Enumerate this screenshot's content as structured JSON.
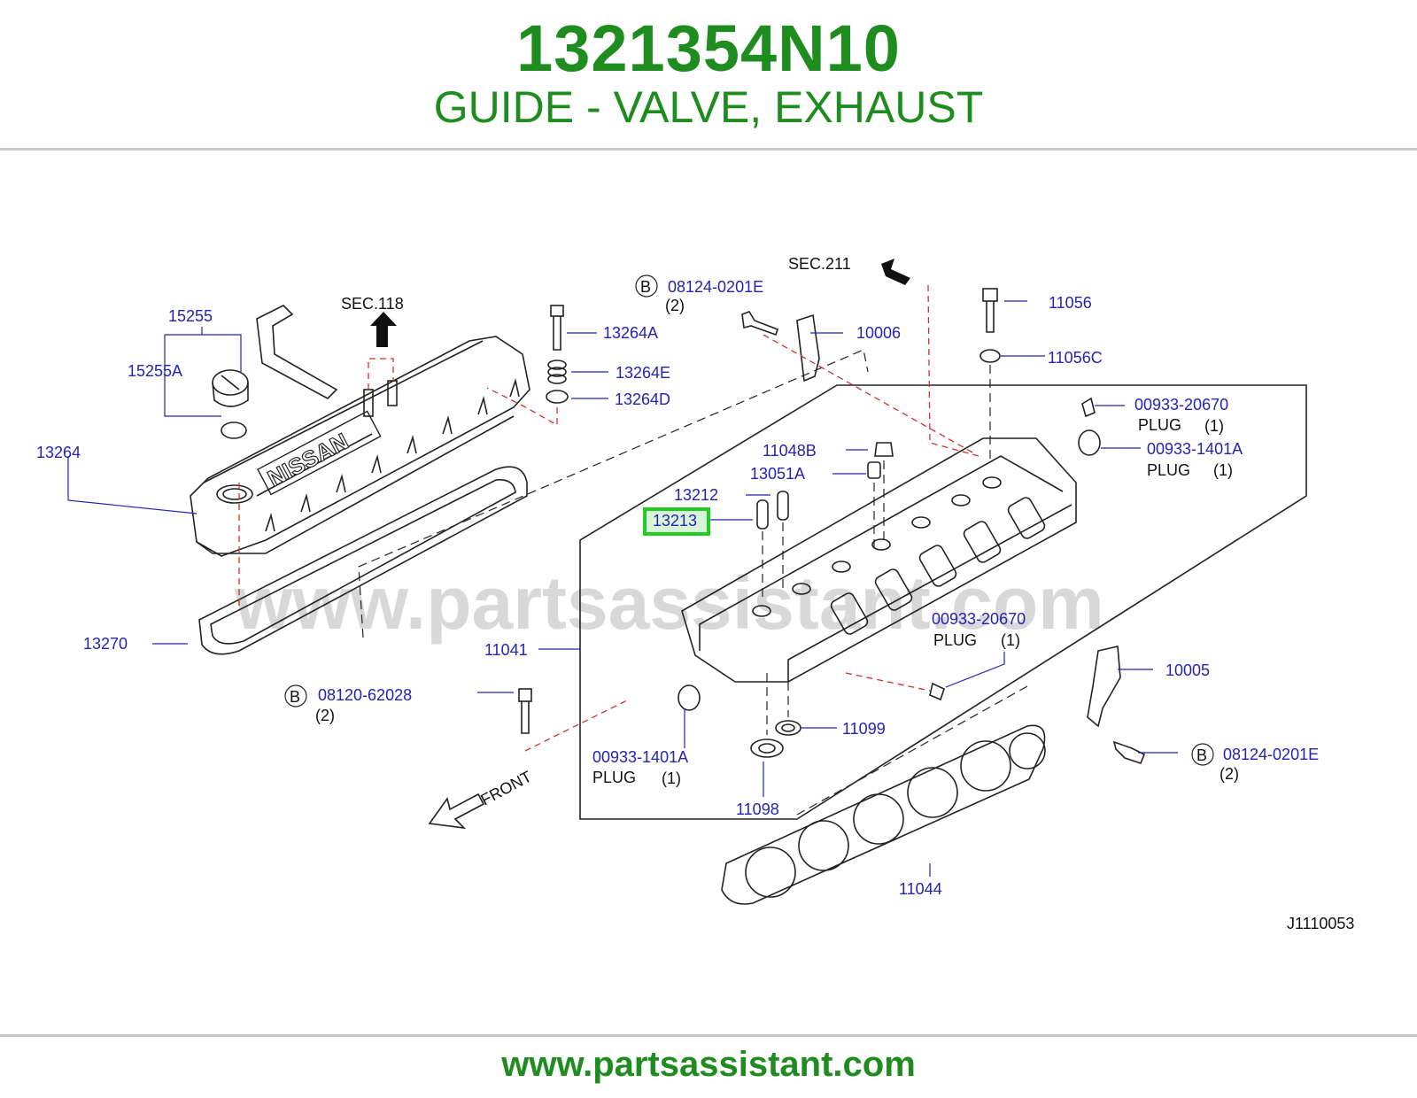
{
  "header": {
    "part_number": "1321354N10",
    "description": "GUIDE - VALVE, EXHAUST"
  },
  "footer": {
    "url": "www.partsassistant.com"
  },
  "watermark": "www.partsassistant.com",
  "diagram": {
    "code": "J1110053",
    "front_label": "FRONT",
    "sections": {
      "sec118": "SEC.118",
      "sec211": "SEC.211"
    },
    "highlight_color": "#22cc22",
    "parts": {
      "p15255": "15255",
      "p15255A": "15255A",
      "p13264": "13264",
      "p13270": "13270",
      "p13264A": "13264A",
      "p13264E": "13264E",
      "p13264D": "13264D",
      "p08124_top": "08124-0201E",
      "p08124_top_qty": "(2)",
      "p10006": "10006",
      "p11056": "11056",
      "p11056C": "11056C",
      "p00933_20670_top": "00933-20670",
      "p00933_1401A_top": "00933-1401A",
      "p11048B": "11048B",
      "p13051A": "13051A",
      "p13212": "13212",
      "p13213": "13213",
      "p11041": "11041",
      "p00933_20670_mid": "00933-20670",
      "p10005": "10005",
      "p08120": "08120-62028",
      "p08120_qty": "(2)",
      "p11099": "11099",
      "p00933_1401A_bot": "00933-1401A",
      "p11098": "11098",
      "p08124_bot": "08124-0201E",
      "p08124_bot_qty": "(2)",
      "p11044": "11044"
    },
    "plug": {
      "label": "PLUG",
      "qty": "(1)"
    },
    "bolt_marker": "B"
  }
}
